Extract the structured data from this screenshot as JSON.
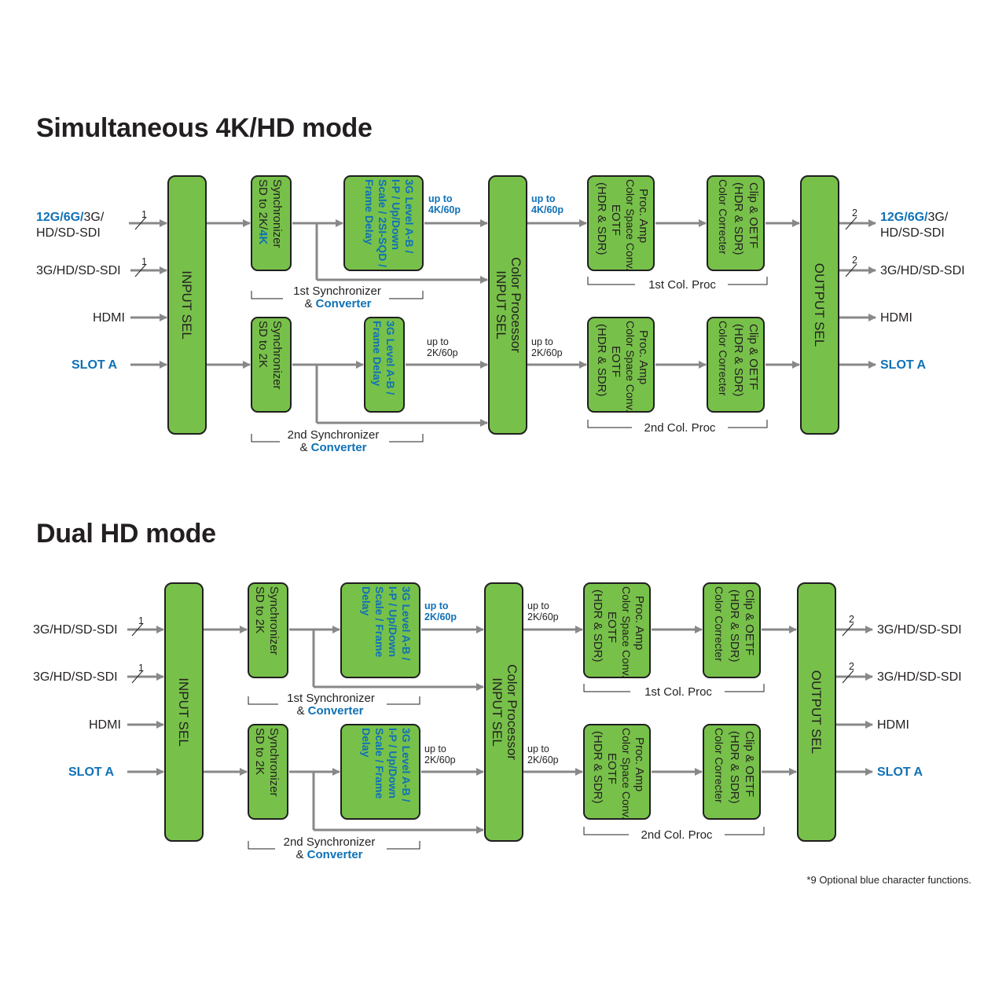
{
  "sections": [
    {
      "title": "Simultaneous 4K/HD mode",
      "inputs": {
        "in1_blue": "12G/6G/",
        "in1_rest": "3G/",
        "in1_line2": "HD/SD-SDI",
        "in1_count": "1",
        "in2": "3G/HD/SD-SDI",
        "in2_count": "1",
        "in3": "HDMI",
        "in4": "SLOT A"
      },
      "input_sel": "INPUT SEL",
      "sync1": {
        "line1": "Synchronizer",
        "line2a": "SD to 2K/",
        "line2b": "4K"
      },
      "sync2": {
        "line1": "Synchronizer",
        "line2a": "SD to 2K",
        "line2b": ""
      },
      "proc1": [
        "3G Level A-B /",
        "I-P / Up/Down",
        "Scale / 2SI-SQD /",
        "Frame Delay"
      ],
      "proc2": [
        "3G Level A-B /",
        "Frame Delay"
      ],
      "rate1": [
        "up to",
        "4K/60p"
      ],
      "rate2": [
        "up to",
        "2K/60p"
      ],
      "rate3": [
        "up to",
        "4K/60p"
      ],
      "rate4": [
        "up to",
        "2K/60p"
      ],
      "group1": [
        "1st Synchronizer",
        "& ",
        "Converter"
      ],
      "group2": [
        "2nd Synchronizer",
        "& ",
        "Converter"
      ],
      "cp_sel": [
        "Color Processor",
        "INPUT SEL"
      ],
      "amp": [
        "Proc. Amp",
        "Color Space Conv.",
        "EOTF",
        "(HDR & SDR)"
      ],
      "clip": [
        "Clip & OETF",
        "(HDR & SDR)",
        "Color Correcter"
      ],
      "colproc1": "1st Col. Proc",
      "colproc2": "2nd Col. Proc",
      "output_sel": "OUTPUT SEL",
      "outputs": {
        "out1_blue": "12G/6G/",
        "out1_rest": "3G/",
        "out1_line2": "HD/SD-SDI",
        "out1_count": "2",
        "out2": "3G/HD/SD-SDI",
        "out2_count": "2",
        "out3": "HDMI",
        "out4": "SLOT A"
      }
    },
    {
      "title": "Dual HD mode",
      "inputs": {
        "in1": "3G/HD/SD-SDI",
        "in1_count": "1",
        "in2": "3G/HD/SD-SDI",
        "in2_count": "1",
        "in3": "HDMI",
        "in4": "SLOT A"
      },
      "input_sel": "INPUT SEL",
      "sync1": {
        "line1": "Synchronizer",
        "line2a": "SD to 2K",
        "line2b": ""
      },
      "sync2": {
        "line1": "Synchronizer",
        "line2a": "SD to 2K",
        "line2b": ""
      },
      "proc1": [
        "3G Level A-B /",
        "I-P / Up/Down",
        "Scale / Frame",
        "Delay"
      ],
      "proc2": [
        "3G Level A-B /",
        "I-P / Up/Down",
        "Scale / Frame",
        "Delay"
      ],
      "rate1": [
        "up to",
        "2K/60p"
      ],
      "rate2": [
        "up to",
        "2K/60p"
      ],
      "rate3": [
        "up to",
        "2K/60p"
      ],
      "rate4": [
        "up to",
        "2K/60p"
      ],
      "group1": [
        "1st Synchronizer",
        "& ",
        "Converter"
      ],
      "group2": [
        "2nd Synchronizer",
        "& ",
        "Converter"
      ],
      "cp_sel": [
        "Color Processor",
        "INPUT SEL"
      ],
      "amp": [
        "Proc. Amp",
        "Color Space Conv.",
        "EOTF",
        "(HDR & SDR)"
      ],
      "clip": [
        "Clip & OETF",
        "(HDR & SDR)",
        "Color Correcter"
      ],
      "colproc1": "1st Col. Proc",
      "colproc2": "2nd Col. Proc",
      "output_sel": "OUTPUT SEL",
      "outputs": {
        "out1": "3G/HD/SD-SDI",
        "out1_count": "2",
        "out2": "3G/HD/SD-SDI",
        "out2_count": "2",
        "out3": "HDMI",
        "out4": "SLOT A"
      }
    }
  ],
  "footnote": "*9 Optional blue character functions.",
  "colors": {
    "box_fill": "#77c14a",
    "box_stroke": "#1f1f1f",
    "arrow": "#888888",
    "accent_blue": "#0f71b7"
  }
}
